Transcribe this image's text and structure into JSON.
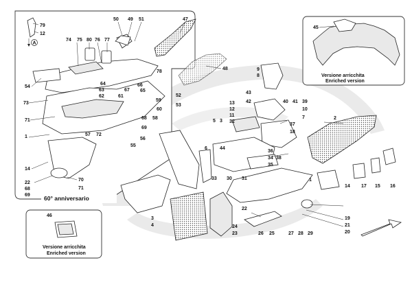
{
  "box_main_caption": "60° anniversario",
  "box_top_right": {
    "caption_it": "Versione arricchita",
    "caption_en": "Enriched version"
  },
  "box_bottom_left": {
    "caption_it": "Versione arricchita",
    "caption_en": "Enriched version"
  },
  "symbol_letter": "A",
  "callouts": {
    "c79": "79",
    "c12a": "12",
    "c50": "50",
    "c49": "49",
    "c51": "51",
    "c47": "47",
    "c74": "74",
    "c75": "75",
    "c80": "80",
    "c76": "76",
    "c77": "77",
    "c54": "54",
    "c78": "78",
    "c48": "48",
    "c73": "73",
    "c64": "64",
    "c63": "63",
    "c62": "62",
    "c61": "61",
    "c67": "67",
    "c66": "66",
    "c65": "65",
    "c52": "52",
    "c59": "59",
    "c60": "60",
    "c53": "53",
    "c71": "71",
    "c68a": "68",
    "c58": "58",
    "c69a": "69",
    "c1a": "1",
    "c57": "57",
    "c72": "72",
    "c56": "56",
    "c55": "55",
    "c14a": "14",
    "c22a": "22",
    "c70": "70",
    "c68b": "68",
    "c71b": "71",
    "c69b": "69",
    "c45": "45",
    "c9": "9",
    "c8": "8",
    "c43": "43",
    "c42": "42",
    "c13": "13",
    "c12b": "12",
    "c40": "40",
    "c41": "41",
    "c39": "39",
    "c10": "10",
    "c11": "11",
    "c7": "7",
    "c32": "32",
    "c37": "37",
    "c18": "18",
    "c5": "5",
    "c3a": "3",
    "c44": "44",
    "c6": "6",
    "c36": "36",
    "c34": "34",
    "c35": "35",
    "c38": "38",
    "c33": "33",
    "c30": "30",
    "c31": "31",
    "c2": "2",
    "c1b": "1",
    "c14b": "14",
    "c17": "17",
    "c15": "15",
    "c16": "16",
    "c3b": "3",
    "c4": "4",
    "c46": "46",
    "c22b": "22",
    "c19": "19",
    "c21": "21",
    "c20": "20",
    "c24": "24",
    "c23": "23",
    "c26": "26",
    "c25": "25",
    "c27": "27",
    "c28": "28",
    "c29": "29"
  }
}
